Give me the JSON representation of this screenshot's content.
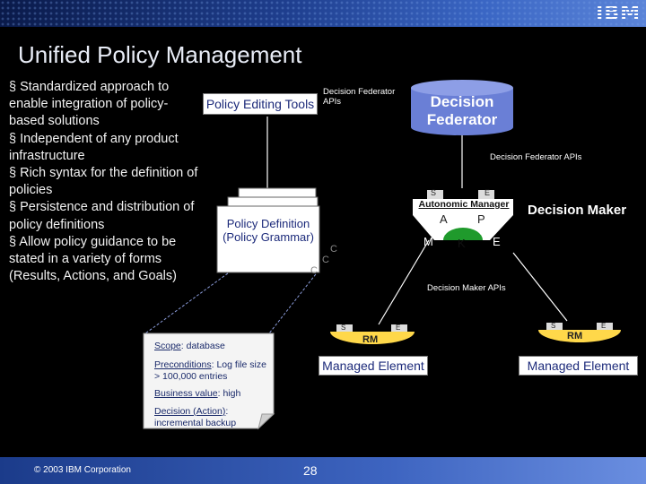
{
  "header": {
    "logo": "IBM"
  },
  "title": "Unified Policy Management",
  "bullets": [
    "§ Standardized approach to enable integration of policy-based solutions",
    "§ Independent of any product infrastructure",
    "§ Rich syntax for the definition of policies",
    "§ Persistence and distribution of policy definitions",
    "§ Allow policy guidance to be stated in a variety of forms (Results, Actions, and Goals)"
  ],
  "diagram": {
    "policy_editing_tools": "Policy Editing Tools",
    "decision_federator_apis_top": "Decision Federator APIs",
    "decision_federator": "Decision Federator",
    "decision_federator_apis_right": "Decision Federator APIs",
    "policy_definition": "Policy Definition (Policy Grammar)",
    "stack_fragments": [
      "C",
      "C",
      "C"
    ],
    "autonomic_manager": "Autonomic Manager",
    "am_labels": {
      "s": "S",
      "e": "E",
      "a": "A",
      "p": "P",
      "m": "M",
      "k": "K",
      "e2": "E"
    },
    "decision_maker": "Decision Maker",
    "decision_maker_apis": "Decision Maker APIs",
    "rm1": {
      "s": "S",
      "e": "E",
      "rm": "RM",
      "label": "Managed Element"
    },
    "rm2": {
      "s": "S",
      "e": "E",
      "rm": "RM",
      "label": "Managed Element"
    },
    "policy_note": {
      "scope_label": "Scope",
      "scope_value": ": database",
      "preconditions_label": "Preconditions",
      "preconditions_value": ": Log file size > 100,000 entries",
      "business_value_label": "Business value",
      "business_value_value": ": high",
      "decision_label": "Decision (Action)",
      "decision_value": ": incremental backup"
    }
  },
  "footer": {
    "copyright": "© 2003 IBM Corporation",
    "page_number": "28"
  },
  "colors": {
    "cylinder": "#6a7fd6",
    "am_green": "#1f9a2c",
    "rm_yellow": "#ffd84a",
    "note_bg": "#f4f4f4"
  }
}
